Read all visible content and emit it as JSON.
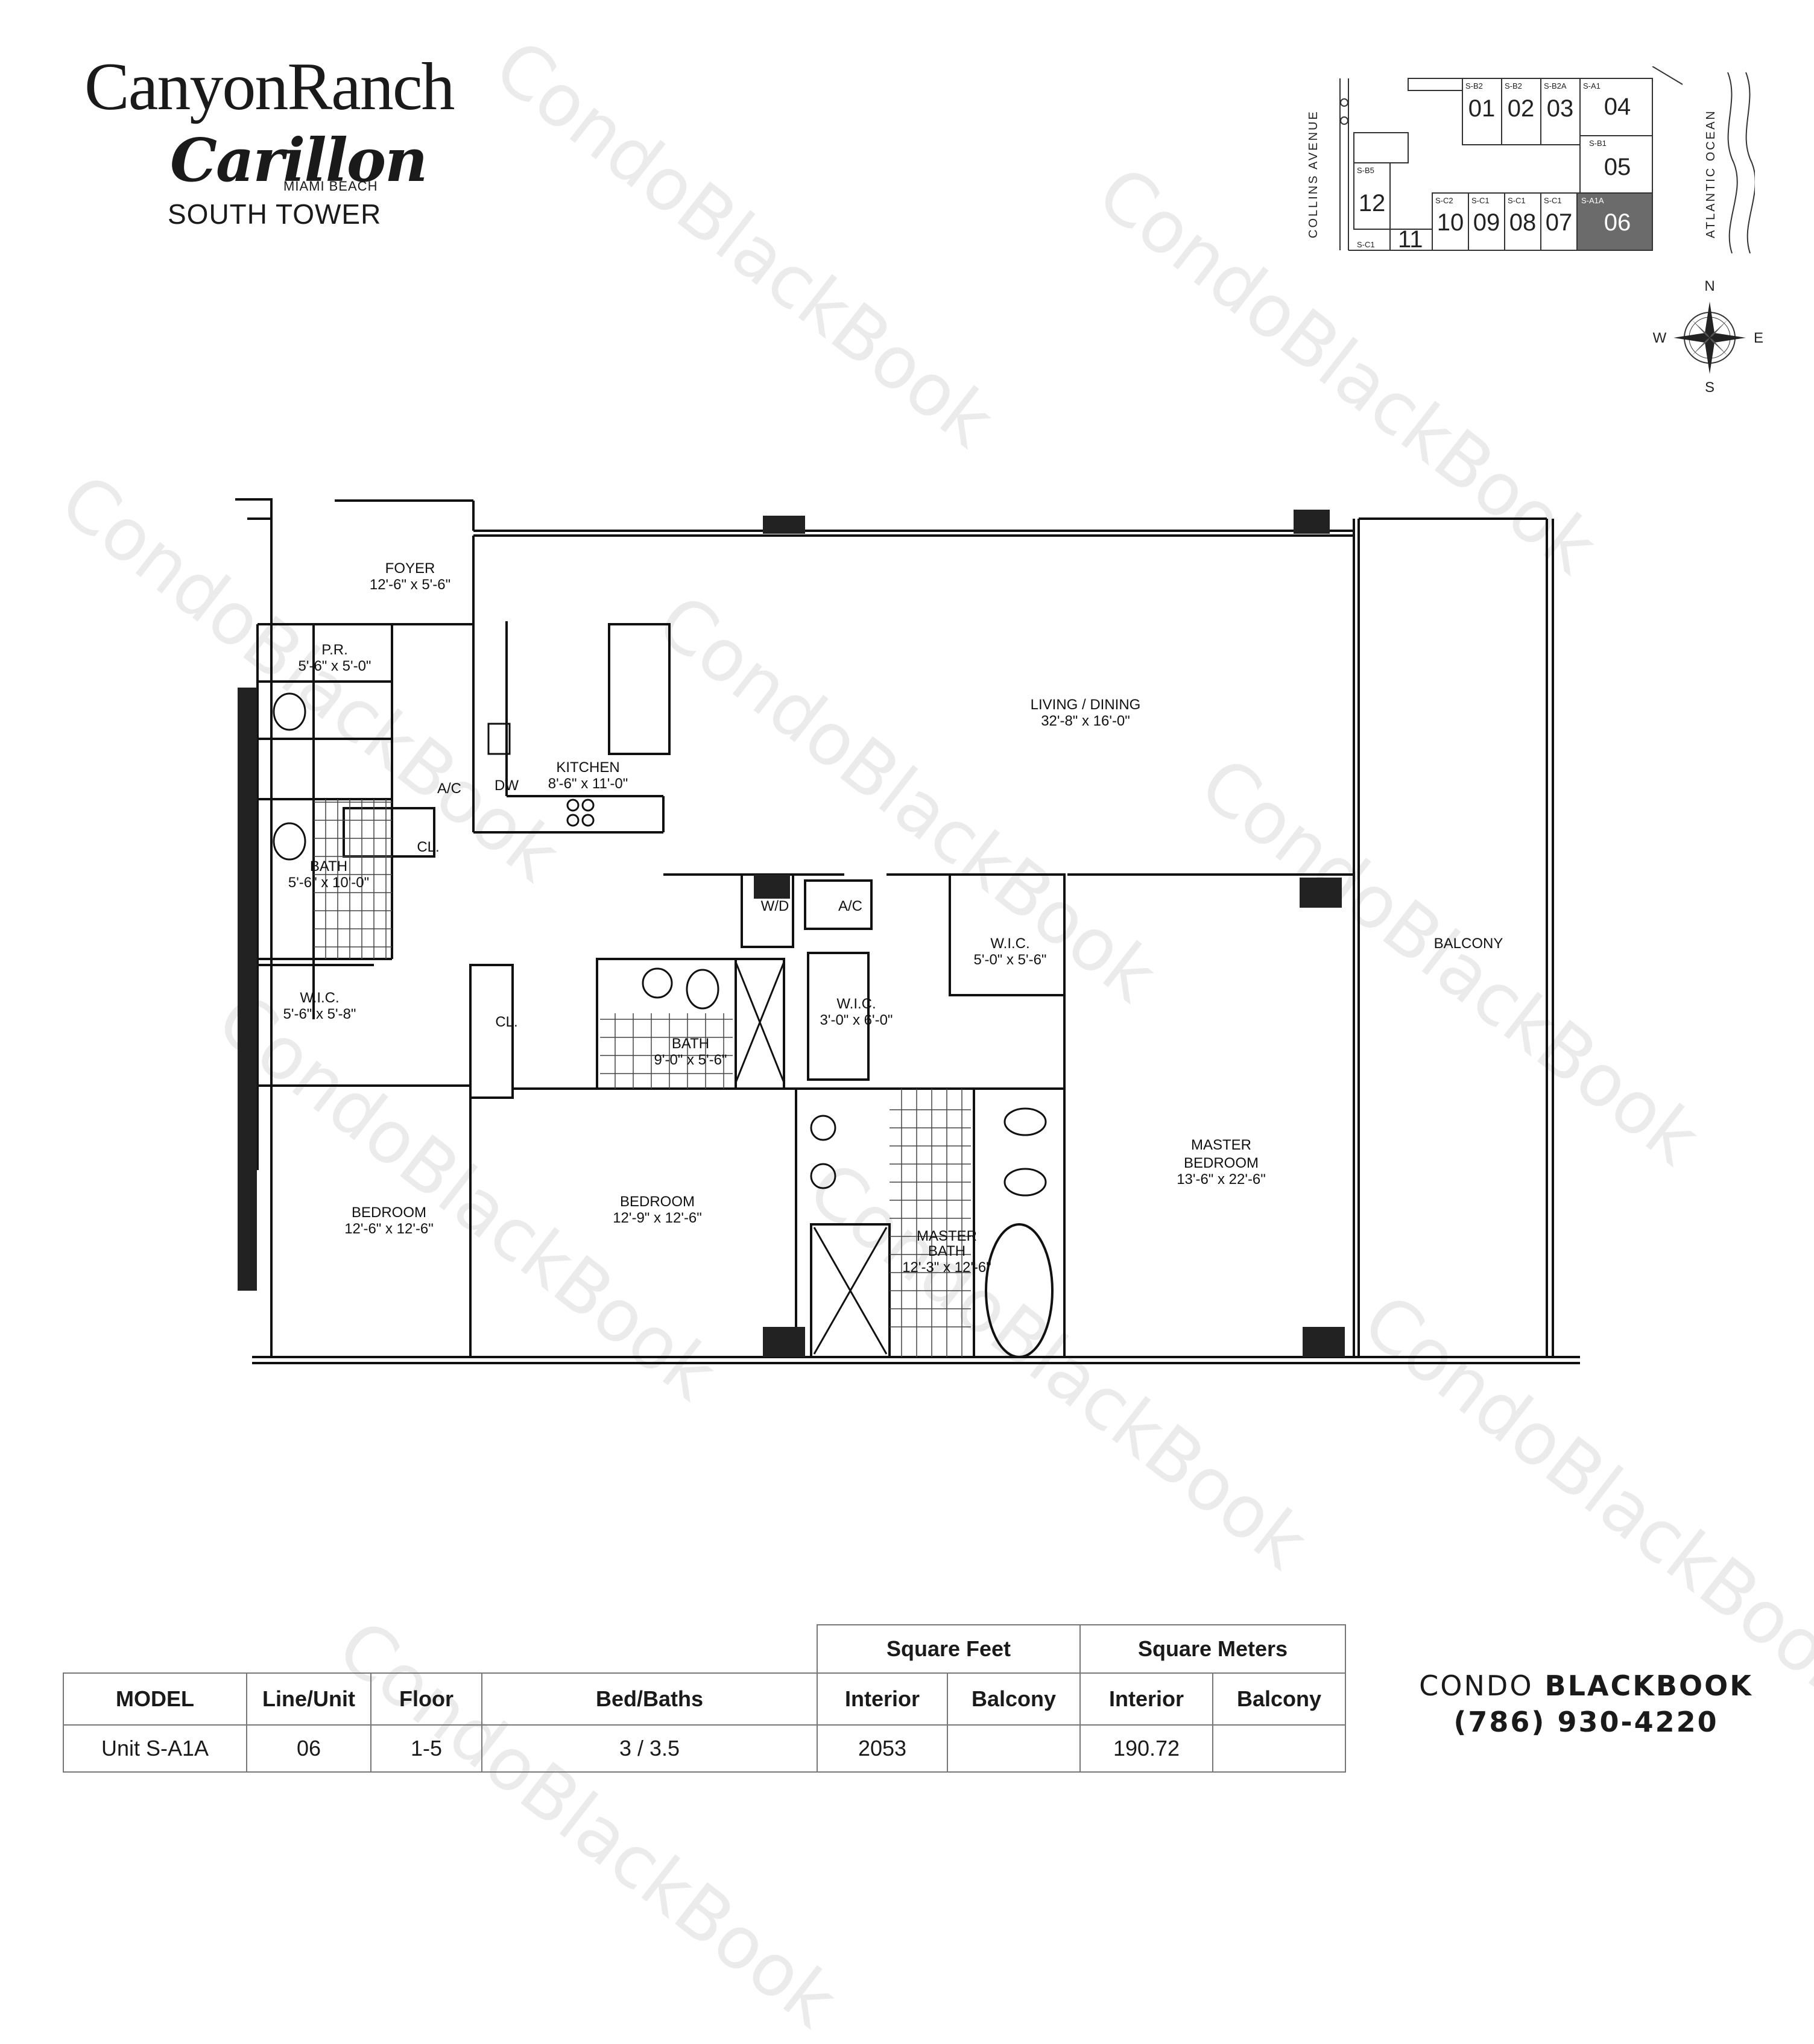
{
  "branding": {
    "name": "CanyonRanch",
    "script": "Carillon",
    "location": "MIAMI BEACH",
    "tower": "SOUTH TOWER"
  },
  "site_plan": {
    "street": "COLLINS AVENUE",
    "ocean": "ATLANTIC OCEAN",
    "highlighted_unit": "06",
    "highlight_color": "#6b6b6b",
    "units": [
      {
        "number": "01",
        "model": "S-B2"
      },
      {
        "number": "02",
        "model": "S-B2"
      },
      {
        "number": "03",
        "model": "S-B2A"
      },
      {
        "number": "04",
        "model": "S-A1"
      },
      {
        "number": "05",
        "model": "S-B1"
      },
      {
        "number": "06",
        "model": "S-A1A"
      },
      {
        "number": "07",
        "model": "S-C1"
      },
      {
        "number": "08",
        "model": "S-C1"
      },
      {
        "number": "09",
        "model": "S-C1"
      },
      {
        "number": "10",
        "model": "S-C2"
      },
      {
        "number": "11",
        "model": "S-C1"
      },
      {
        "number": "12",
        "model": "S-B5"
      }
    ]
  },
  "compass": {
    "n": "N",
    "s": "S",
    "e": "E",
    "w": "W"
  },
  "rooms": {
    "foyer": {
      "name": "FOYER",
      "size": "12'-6\" x 5'-6\""
    },
    "powder": {
      "name": "P.R.",
      "size": "5'-6\" x 5'-0\""
    },
    "kitchen": {
      "name": "KITCHEN",
      "size": "8'-6\" x 11'-0\""
    },
    "living": {
      "name": "LIVING / DINING",
      "size": "32'-8\" x 16'-0\""
    },
    "bath1": {
      "name": "BATH",
      "size": "5'-6\" x 10'-0\""
    },
    "wic1": {
      "name": "W.I.C.",
      "size": "5'-6\" x 5'-8\""
    },
    "bedroom1": {
      "name": "BEDROOM",
      "size": "12'-6\" x 12'-6\""
    },
    "bath2": {
      "name": "BATH",
      "size": "9'-0\" x 5'-6\""
    },
    "wic2": {
      "name": "W.I.C.",
      "size": "3'-0\" x 6'-0\""
    },
    "wic3": {
      "name": "W.I.C.",
      "size": "5'-0\" x 5'-6\""
    },
    "bedroom2": {
      "name": "BEDROOM",
      "size": "12'-9\" x 12'-6\""
    },
    "master_bath": {
      "name1": "MASTER",
      "name2": "BATH",
      "size": "12'-3\" x 12'-6\""
    },
    "master_bedroom": {
      "name1": "MASTER",
      "name2": "BEDROOM",
      "size": "13'-6\" x 22'-6\""
    },
    "balcony": {
      "name": "BALCONY"
    }
  },
  "fixtures": {
    "ac": "A/C",
    "dw": "DW",
    "wd": "W/D",
    "closet": "CL."
  },
  "table": {
    "group_sqft": "Square Feet",
    "group_sqm": "Square Meters",
    "headers": [
      "MODEL",
      "Line/Unit",
      "Floor",
      "Bed/Baths",
      "Interior",
      "Balcony",
      "Interior",
      "Balcony"
    ],
    "row": [
      "Unit S-A1A",
      "06",
      "1-5",
      "3 / 3.5",
      "2053",
      "",
      "190.72",
      ""
    ]
  },
  "contact": {
    "brand_light": "CONDO",
    "brand_bold": "BLACKBOOK",
    "phone": "(786) 930-4220"
  },
  "watermark": "CondoBlackBook"
}
